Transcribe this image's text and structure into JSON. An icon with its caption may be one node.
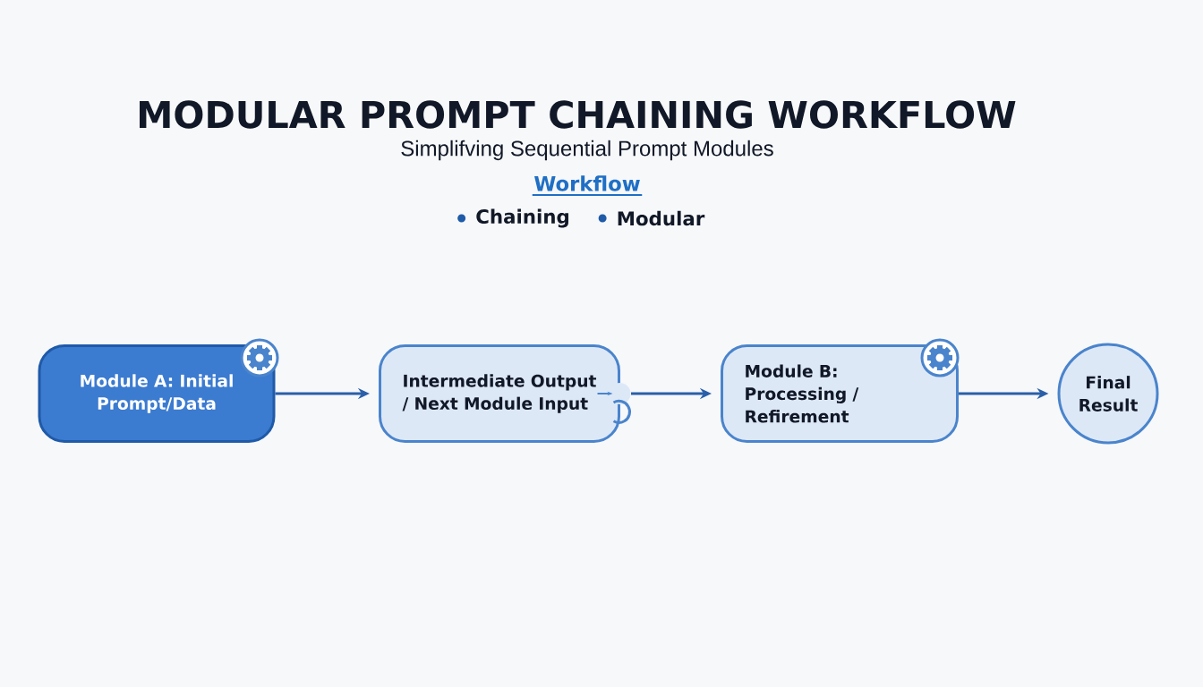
{
  "diagram": {
    "title": "MODULAR PROMPT CHAINING WORKFLOW",
    "nodes": [
      {
        "text": [
          "Module A: Initial Prompt/Data"
        ]
      },
      {
        "text": [
          "Intermediate Output / Next Module Input"
        ]
      },
      {
        "text": [
          "Module B: Processing / Refirement"
        ]
      },
      {
        "text": [
          "Final Result"
        ]
      }
    ],
    "edges": [
      {
        "from": 0,
        "to": 1,
        "arrow": "to"
      },
      {
        "from": 1,
        "to": 2,
        "arrow": "to"
      },
      {
        "from": 2,
        "to": 3,
        "arrow": "to"
      }
    ],
    "labels": [
      "Simplifving Sequential Prompt Modules",
      "Workflow",
      "Chaining",
      "Modular"
    ]
  }
}
